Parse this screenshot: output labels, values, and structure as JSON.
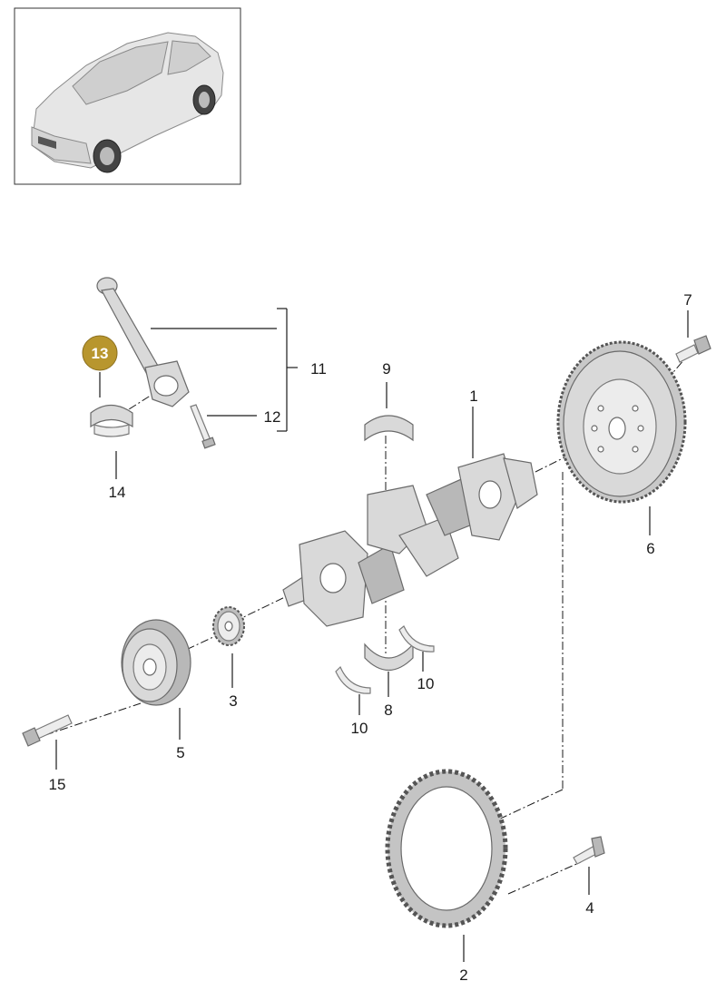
{
  "diagram": {
    "thumbnail": {
      "icon": "car-suv-icon"
    },
    "highlight_color": "#b8962e",
    "callouts": [
      {
        "id": "c1",
        "label": "1"
      },
      {
        "id": "c2",
        "label": "2"
      },
      {
        "id": "c3",
        "label": "3"
      },
      {
        "id": "c4",
        "label": "4"
      },
      {
        "id": "c5",
        "label": "5"
      },
      {
        "id": "c6",
        "label": "6"
      },
      {
        "id": "c7",
        "label": "7"
      },
      {
        "id": "c8",
        "label": "8"
      },
      {
        "id": "c9",
        "label": "9"
      },
      {
        "id": "c10a",
        "label": "10"
      },
      {
        "id": "c10b",
        "label": "10"
      },
      {
        "id": "c11",
        "label": "11"
      },
      {
        "id": "c12",
        "label": "12"
      },
      {
        "id": "c13",
        "label": "13",
        "highlighted": true
      },
      {
        "id": "c14",
        "label": "14"
      },
      {
        "id": "c15",
        "label": "15"
      }
    ]
  }
}
